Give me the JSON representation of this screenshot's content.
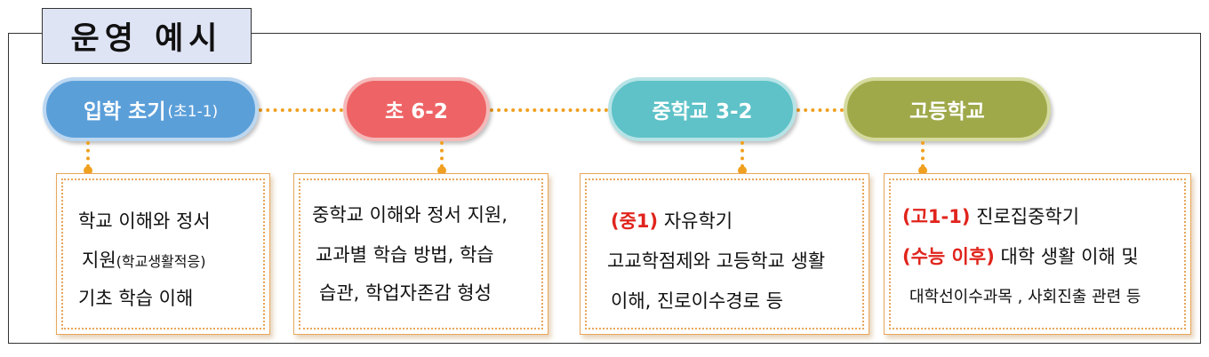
{
  "title": "운영 예시",
  "stages": [
    {
      "label": "입학 초기",
      "sub": "(초1-1)"
    },
    {
      "label": "초 6-2"
    },
    {
      "label": "중학교 3-2"
    },
    {
      "label": "고등학교"
    }
  ],
  "cards": [
    {
      "lines": [
        "학교 이해와 정서",
        "지원",
        "(학교생활적응)",
        "기초 학습 이해"
      ]
    },
    {
      "lines": [
        "중학교 이해와 정서 지원,",
        "교과별 학습 방법, 학습",
        "습관, 학업자존감 형성"
      ]
    },
    {
      "lines": [
        {
          "highlight": "(중1)",
          "text": " 자유학기"
        },
        {
          "text": "고교학점제와 고등학교 생활"
        },
        {
          "text": "이해, 진로이수경로 등"
        }
      ]
    },
    {
      "lines": [
        {
          "highlight": "(고1-1)",
          "text": " 진로집중학기"
        },
        {
          "highlight": "(수능 이후)",
          "text": " 대학 생활 이해 및"
        },
        {
          "text": "대학선이수과목 , 사회진출 관련 등"
        }
      ]
    }
  ],
  "colors": {
    "stage1": "#5b9fd9",
    "stage2": "#ee6466",
    "stage3": "#5ec2c8",
    "stage4": "#9fa94a",
    "connector": "#f0a020",
    "highlight": "#e0241c"
  }
}
